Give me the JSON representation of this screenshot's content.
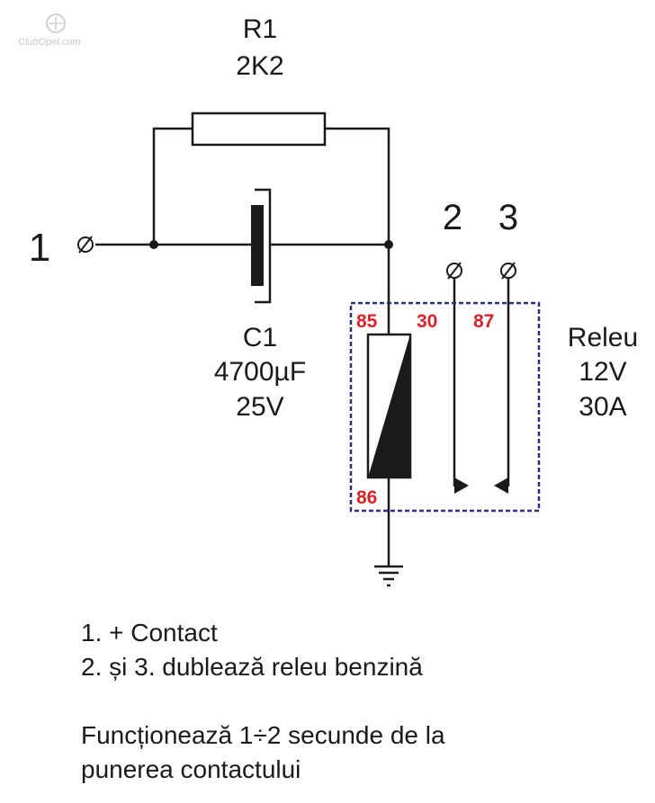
{
  "watermark": {
    "text": "ClubOpel.com"
  },
  "resistor": {
    "name": "R1",
    "value": "2K2"
  },
  "capacitor": {
    "name": "C1",
    "capacitance": "4700µF",
    "voltage": "25V"
  },
  "terminals": {
    "t1": "1",
    "t2": "2",
    "t3": "3"
  },
  "relay": {
    "title": "Releu",
    "voltage": "12V",
    "current": "30A",
    "pins": {
      "p85": "85",
      "p30": "30",
      "p87": "87",
      "p86": "86"
    }
  },
  "notes": {
    "line1": "1. + Contact",
    "line2": "2. și 3. dublează releu benzină",
    "line3": "Funcționează 1÷2 secunde de la",
    "line4": "punerea contactului"
  },
  "colors": {
    "wire": "#1a1a1a",
    "pin_label": "#d9232a",
    "relay_border": "#2b2f7a"
  }
}
